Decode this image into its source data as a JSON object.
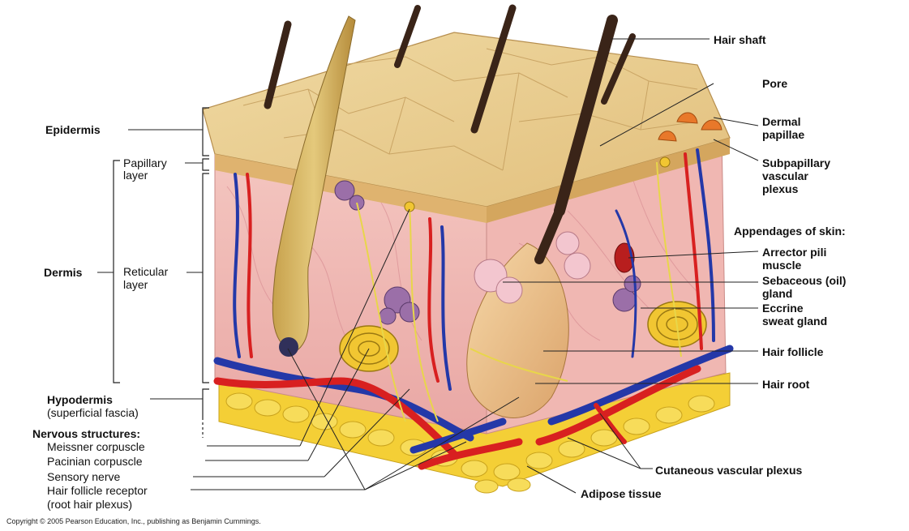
{
  "labels": {
    "epidermis": "Epidermis",
    "papillary_layer": [
      "Papillary",
      "layer"
    ],
    "dermis": "Dermis",
    "reticular_layer": [
      "Reticular",
      "layer"
    ],
    "hypodermis": "Hypodermis",
    "superficial_fascia": "(superficial fascia)",
    "nervous_structures": "Nervous structures:",
    "meissner": "Meissner corpuscle",
    "pacinian": "Pacinian corpuscle",
    "sensory_nerve": "Sensory nerve",
    "hair_follicle_receptor": "Hair follicle receptor",
    "root_hair_plexus": "(root hair plexus)",
    "hair_shaft": "Hair shaft",
    "pore": "Pore",
    "dermal_papillae": [
      "Dermal",
      "papillae"
    ],
    "subpapillary": [
      "Subpapillary",
      "vascular",
      "plexus"
    ],
    "appendages": "Appendages of skin:",
    "arrector_pili": [
      "Arrector pili",
      "muscle"
    ],
    "sebaceous": [
      "Sebaceous (oil)",
      "gland"
    ],
    "eccrine": [
      "Eccrine",
      "sweat gland"
    ],
    "hair_follicle": "Hair follicle",
    "hair_root": "Hair root",
    "cutaneous_plexus": "Cutaneous vascular plexus",
    "adipose": "Adipose tissue"
  },
  "copyright": "Copyright © 2005 Pearson Education, Inc., publishing as Benjamin Cummings.",
  "colors": {
    "epidermis": "#e8c98a",
    "dermis": "#f2b9b4",
    "adipose": "#f5d23a",
    "artery": "#d82020",
    "vein": "#2438a8",
    "nerve": "#e8d64a",
    "hair": "#3a2418"
  }
}
